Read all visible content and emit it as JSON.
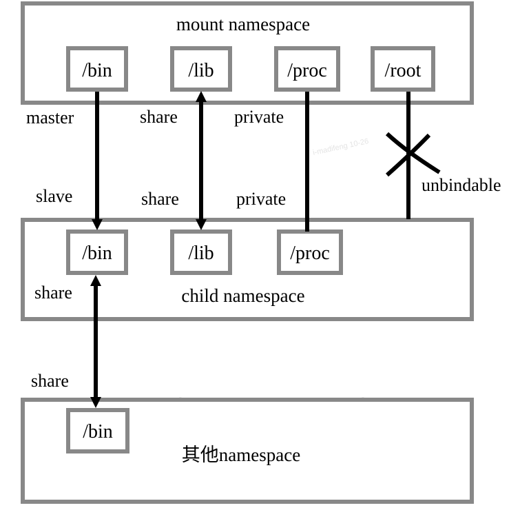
{
  "mount_ns": {
    "title": "mount namespace",
    "dirs": [
      "/bin",
      "/lib",
      "/proc",
      "/root"
    ]
  },
  "child_ns": {
    "title": "child namespace",
    "dirs": [
      "/bin",
      "/lib",
      "/proc"
    ]
  },
  "other_ns": {
    "title": "其他namespace",
    "dirs": [
      "/bin"
    ]
  },
  "propagation": {
    "bin_top": "master",
    "bin_bottom": "slave",
    "lib_top": "share",
    "lib_bottom": "share",
    "proc_top": "private",
    "proc_bottom": "private",
    "root_label": "unbindable",
    "child_bin_top": "share",
    "child_bin_bottom": "share"
  },
  "watermark": "i-madifeng 10-26",
  "colors": {
    "box_border": "#888888",
    "line": "#000000"
  }
}
